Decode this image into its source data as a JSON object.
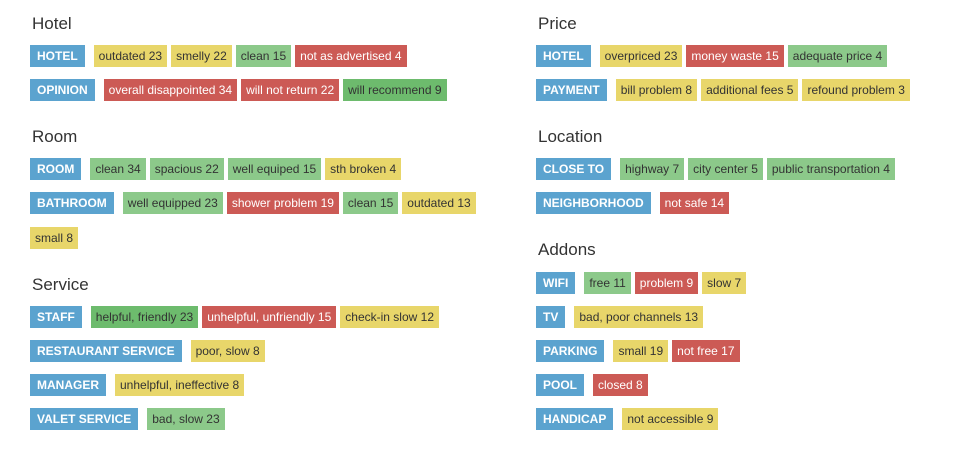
{
  "colors": {
    "category": "#5ba3cf",
    "positive": "#6dbb6d",
    "neutral": "#e8d66a",
    "negative": "#cc5a55",
    "light_green": "#8cc98a",
    "text": "#333333"
  },
  "sections": [
    {
      "id": "hotel",
      "title": "Hotel",
      "rows": [
        {
          "category": "HOTEL",
          "tags": [
            {
              "text": "outdated 23",
              "tone": "neutral"
            },
            {
              "text": "smelly 22",
              "tone": "neutral"
            },
            {
              "text": "clean 15",
              "tone": "light_green"
            },
            {
              "text": "not as advertised 4",
              "tone": "negative"
            }
          ]
        },
        {
          "category": "OPINION",
          "tags": [
            {
              "text": "overall disappointed 34",
              "tone": "negative"
            },
            {
              "text": "will not return 22",
              "tone": "negative"
            },
            {
              "text": "will recommend 9",
              "tone": "positive"
            }
          ]
        }
      ]
    },
    {
      "id": "room",
      "title": "Room",
      "rows": [
        {
          "category": "ROOM",
          "tags": [
            {
              "text": "clean 34",
              "tone": "light_green"
            },
            {
              "text": "spacious 22",
              "tone": "light_green"
            },
            {
              "text": "well equiped 15",
              "tone": "light_green"
            },
            {
              "text": "sth broken 4",
              "tone": "neutral"
            }
          ]
        },
        {
          "category": "BATHROOM",
          "tags": [
            {
              "text": "well equipped 23",
              "tone": "light_green"
            },
            {
              "text": "shower problem 19",
              "tone": "negative"
            },
            {
              "text": "clean 15",
              "tone": "light_green"
            },
            {
              "text": "outdated 13",
              "tone": "neutral"
            }
          ]
        },
        {
          "category": "",
          "tags": [
            {
              "text": "small 8",
              "tone": "neutral"
            }
          ]
        }
      ]
    },
    {
      "id": "service",
      "title": "Service",
      "rows": [
        {
          "category": "STAFF",
          "tags": [
            {
              "text": "helpful, friendly 23",
              "tone": "positive"
            },
            {
              "text": "unhelpful, unfriendly 15",
              "tone": "negative"
            },
            {
              "text": "check-in slow 12",
              "tone": "neutral"
            }
          ]
        },
        {
          "category": "RESTAURANT SERVICE",
          "tags": [
            {
              "text": "poor, slow 8",
              "tone": "neutral"
            }
          ]
        },
        {
          "category": "MANAGER",
          "tags": [
            {
              "text": "unhelpful, ineffective 8",
              "tone": "neutral"
            }
          ]
        },
        {
          "category": "VALET SERVICE",
          "tags": [
            {
              "text": "bad, slow 23",
              "tone": "light_green"
            }
          ]
        }
      ]
    },
    {
      "id": "price",
      "title": "Price",
      "rows": [
        {
          "category": "HOTEL",
          "tags": [
            {
              "text": "overpriced 23",
              "tone": "neutral"
            },
            {
              "text": "money waste 15",
              "tone": "negative"
            },
            {
              "text": "adequate price 4",
              "tone": "light_green"
            }
          ]
        },
        {
          "category": "PAYMENT",
          "tags": [
            {
              "text": "bill problem 8",
              "tone": "neutral"
            },
            {
              "text": "additional fees 5",
              "tone": "neutral"
            },
            {
              "text": "refound problem 3",
              "tone": "neutral"
            }
          ]
        }
      ]
    },
    {
      "id": "location",
      "title": "Location",
      "rows": [
        {
          "category": "CLOSE TO",
          "tags": [
            {
              "text": "highway 7",
              "tone": "light_green"
            },
            {
              "text": "city center 5",
              "tone": "light_green"
            },
            {
              "text": "public transportation 4",
              "tone": "light_green"
            }
          ]
        },
        {
          "category": "NEIGHBORHOOD",
          "tags": [
            {
              "text": "not safe 14",
              "tone": "negative"
            }
          ]
        }
      ]
    },
    {
      "id": "addons",
      "title": "Addons",
      "rows": [
        {
          "category": "WIFI",
          "tags": [
            {
              "text": "free 11",
              "tone": "light_green"
            },
            {
              "text": "problem 9",
              "tone": "negative"
            },
            {
              "text": "slow 7",
              "tone": "neutral"
            }
          ]
        },
        {
          "category": "TV",
          "tags": [
            {
              "text": "bad, poor channels 13",
              "tone": "neutral"
            }
          ]
        },
        {
          "category": "PARKING",
          "tags": [
            {
              "text": "small 19",
              "tone": "neutral"
            },
            {
              "text": "not free 17",
              "tone": "negative"
            }
          ]
        },
        {
          "category": "POOL",
          "tags": [
            {
              "text": "closed 8",
              "tone": "negative"
            }
          ]
        },
        {
          "category": "HANDICAP",
          "tags": [
            {
              "text": "not accessible 9",
              "tone": "neutral"
            }
          ]
        }
      ]
    }
  ]
}
